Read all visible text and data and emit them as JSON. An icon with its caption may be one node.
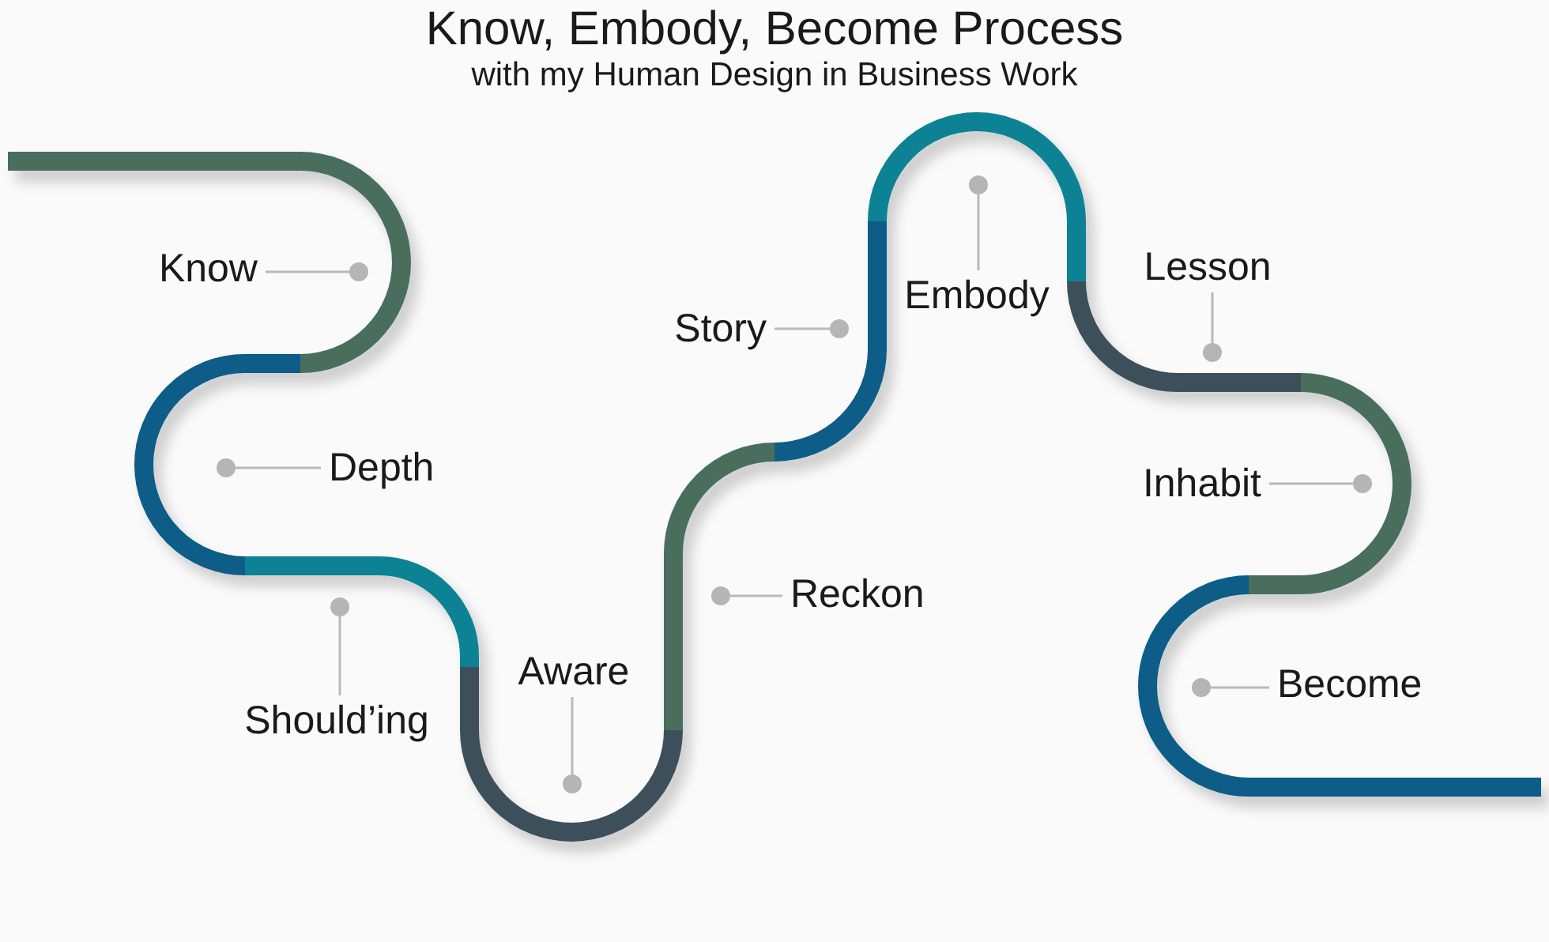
{
  "diagram": {
    "title": "Know, Embody, Become Process",
    "nodes": [
      {
        "text": [
          "Know"
        ]
      },
      {
        "text": [],
        "shape": "circle"
      },
      {
        "text": [
          "Depth"
        ]
      },
      {
        "text": [],
        "shape": "circle"
      },
      {
        "text": [
          "Should’ing"
        ]
      },
      {
        "text": [],
        "shape": "circle"
      },
      {
        "text": [
          "Aware"
        ]
      },
      {
        "text": [],
        "shape": "circle"
      },
      {
        "text": [
          "Reckon"
        ]
      },
      {
        "text": [],
        "shape": "circle"
      },
      {
        "text": [
          "Story"
        ]
      },
      {
        "text": [],
        "shape": "circle"
      },
      {
        "text": [
          "Embody"
        ]
      },
      {
        "text": [],
        "shape": "circle"
      },
      {
        "text": [
          "Lesson"
        ]
      },
      {
        "text": [],
        "shape": "circle"
      },
      {
        "text": [
          "Inhabit"
        ]
      },
      {
        "text": [],
        "shape": "circle"
      },
      {
        "text": [
          "Become"
        ]
      },
      {
        "text": [],
        "shape": "circle"
      }
    ],
    "edges": [
      {
        "from": 0,
        "to": 1,
        "arrow": "none"
      },
      {
        "from": 2,
        "to": 3,
        "arrow": "none"
      },
      {
        "from": 4,
        "to": 5,
        "arrow": "none"
      },
      {
        "from": 6,
        "to": 7,
        "arrow": "none"
      },
      {
        "from": 8,
        "to": 9,
        "arrow": "none"
      },
      {
        "from": 10,
        "to": 11,
        "arrow": "none"
      },
      {
        "from": 12,
        "to": 13,
        "arrow": "none"
      },
      {
        "from": 14,
        "to": 15,
        "arrow": "none"
      },
      {
        "from": 16,
        "to": 17,
        "arrow": "none"
      },
      {
        "from": 18,
        "to": 19,
        "arrow": "none"
      }
    ],
    "labels": [
      "with my Human Design in Business Work"
    ]
  }
}
